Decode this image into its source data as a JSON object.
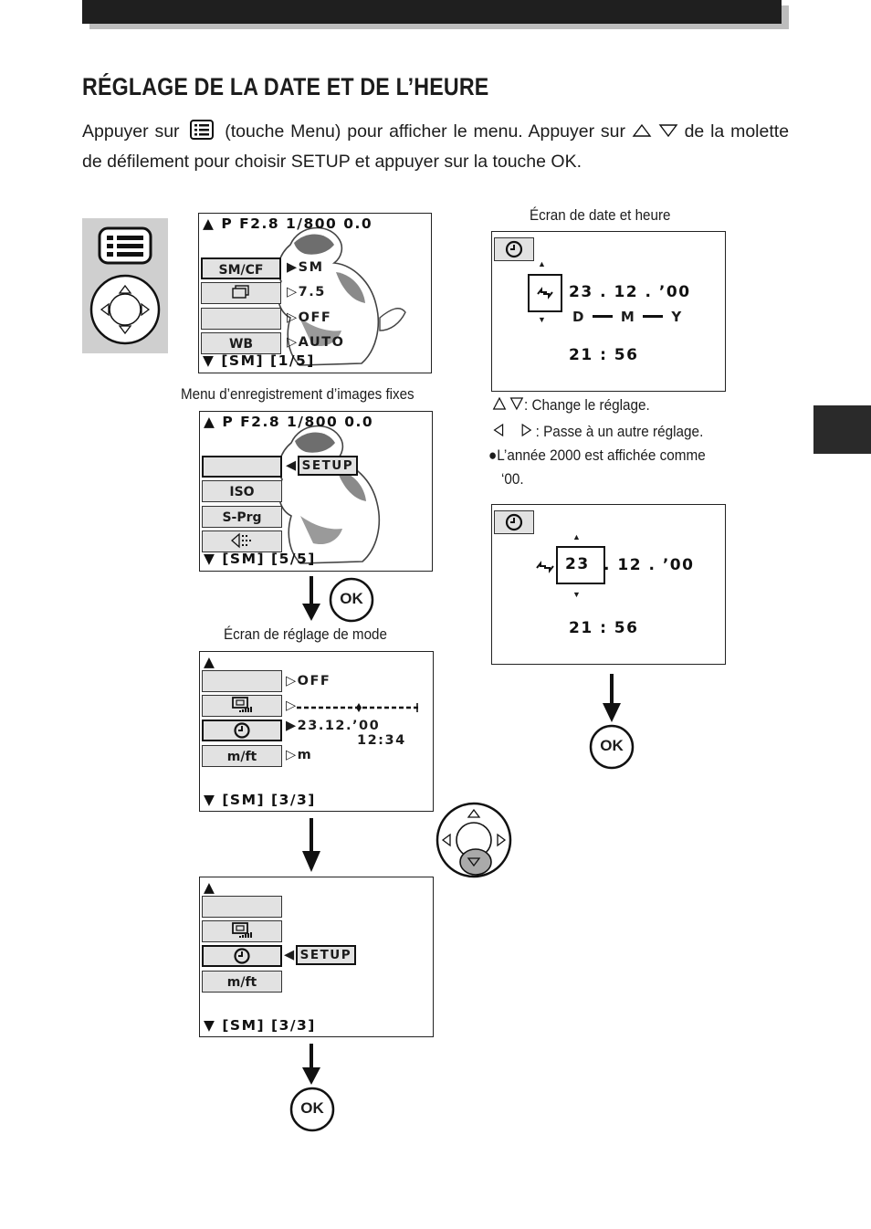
{
  "page": {
    "title": "RÉGLAGE DE LA DATE ET DE L’HEURE",
    "intro_part1": "Appuyer sur",
    "intro_part2": "(touche Menu) pour afficher le menu. Appuyer sur",
    "intro_part3": "de la molette de défilement pour choisir SETUP et appuyer sur la touche OK."
  },
  "screen_record_1": {
    "status": "P F2.8  1/800   0.0",
    "items": [
      {
        "label": "SM/CF",
        "value": "SM",
        "icon": "drive-mode-icon"
      },
      {
        "label": "",
        "value": "7.5",
        "icon": "sequence-icon"
      },
      {
        "label": "",
        "value": "OFF"
      },
      {
        "label": "WB",
        "value": "AUTO"
      }
    ],
    "footer": "[SM]   [1/5]"
  },
  "caption_record": "Menu d’enregistrement d’images fixes",
  "screen_record_5": {
    "status": "P F2.8  1/800   0.0",
    "items": [
      {
        "label": "",
        "value": "SETUP"
      },
      {
        "label": "ISO",
        "value": ""
      },
      {
        "label": "S-Prg",
        "value": ""
      },
      {
        "label": "",
        "icon": "setup-grid-icon"
      }
    ],
    "footer": "[SM]   [5/5]"
  },
  "ok_label": "OK",
  "caption_mode": "Écran de réglage de mode",
  "screen_mode": {
    "items": [
      {
        "label": "",
        "value": "OFF"
      },
      {
        "label": "",
        "value": "",
        "icon": "brightness-icon"
      },
      {
        "label": "",
        "value": "23.12.’00",
        "value2": "12:34",
        "icon": "clock-icon"
      },
      {
        "label": "m/ft",
        "value": "m"
      }
    ],
    "footer": "[SM]   [3/3]"
  },
  "screen_mode_setup": {
    "items": [
      {
        "label": ""
      },
      {
        "label": "",
        "icon": "brightness-icon"
      },
      {
        "label": "",
        "value": "SETUP",
        "icon": "clock-icon"
      },
      {
        "label": "m/ft"
      }
    ],
    "footer": "[SM]   [3/3]"
  },
  "caption_date": "Écran de date et heure",
  "date_screen": {
    "date": "23 . 12 . ’00",
    "order": [
      "D",
      "M",
      "Y"
    ],
    "time": "21 : 56"
  },
  "date_screen_2": {
    "day": "23",
    "rest": ". 12 . ’00",
    "time": "21 : 56"
  },
  "notes": {
    "change": ": Change le réglage.",
    "next": ": Passe à un autre réglage.",
    "year": "L’année 2000 est affichée comme",
    "year2": "‘00."
  }
}
